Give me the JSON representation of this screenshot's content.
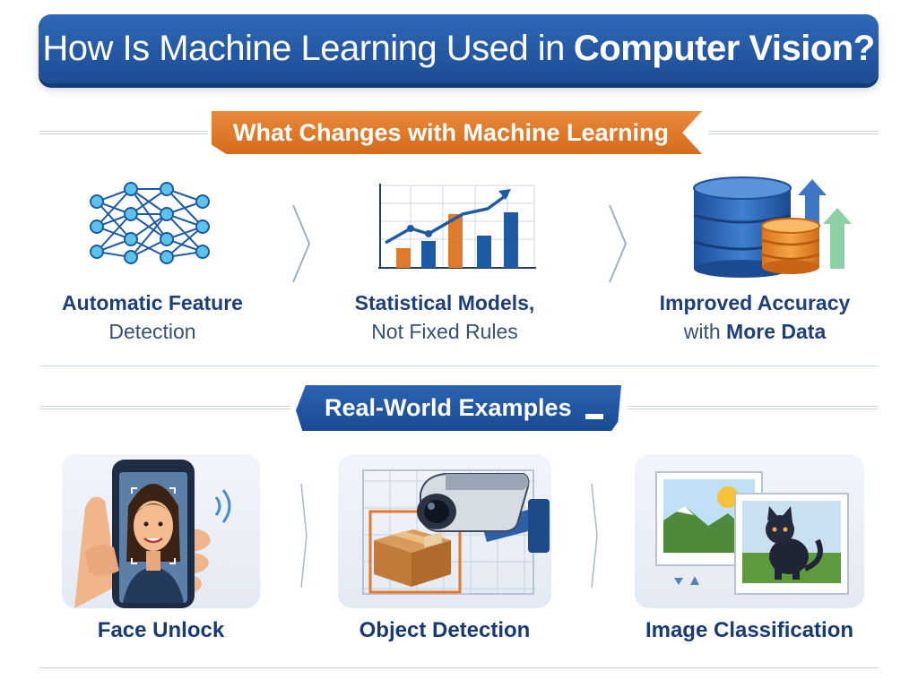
{
  "title": {
    "part1": "How Is Machine Learning Used in",
    "part2": "Computer Vision?"
  },
  "section1": {
    "heading": "What Changes with Machine Learning",
    "features": [
      {
        "icon": "neural-network-icon",
        "line1": "Automatic Feature",
        "line2": "Detection"
      },
      {
        "icon": "bar-chart-icon",
        "line1": "Statistical Models,",
        "line2": "Not Fixed Rules"
      },
      {
        "icon": "database-icon",
        "line1": "Improved Accuracy",
        "line2a": "with",
        "line2b": "More Data"
      }
    ]
  },
  "section2": {
    "heading": "Real-World Examples",
    "examples": [
      {
        "icon": "face-unlock-phone-icon",
        "label": "Face Unlock"
      },
      {
        "icon": "security-camera-box-icon",
        "label": "Object Detection"
      },
      {
        "icon": "photos-cat-icon",
        "label": "Image Classification"
      }
    ]
  },
  "colors": {
    "navy": "#1d4c95",
    "orange": "#d46a1c",
    "text": "#1f3f78"
  }
}
